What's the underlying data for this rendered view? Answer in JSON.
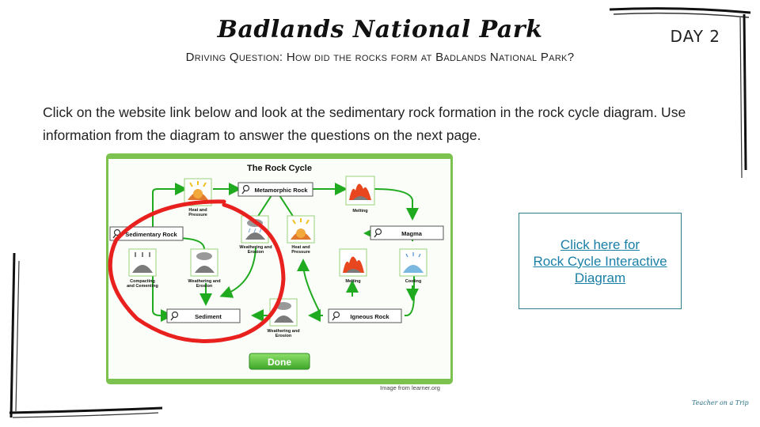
{
  "header": {
    "title": "Badlands National Park",
    "day": "DAY 2",
    "driving_question": "Driving Question: How did the rocks form at Badlands National Park?"
  },
  "instructions": "Click on the website link below and look at the sedimentary rock formation in the rock cycle diagram. Use information from the diagram to answer the questions on the next page.",
  "diagram": {
    "title": "The Rock Cycle",
    "nodes": {
      "metamorphic": "Metamorphic Rock",
      "sedimentary": "Sedimentary Rock",
      "magma": "Magma",
      "sediment": "Sediment",
      "igneous": "Igneous Rock"
    },
    "processes": {
      "heat_pressure_top_l1": "Heat and",
      "heat_pressure_top_l2": "Pressure",
      "melting_top": "Melting",
      "weathering_mid_l1": "Weathering and",
      "weathering_mid_l2": "Erosion",
      "heat_pressure_mid_l1": "Heat and",
      "heat_pressure_mid_l2": "Pressure",
      "compacting_l1": "Compacting",
      "compacting_l2": "and Cementing",
      "weathering_left_l1": "Weathering and",
      "weathering_left_l2": "Erosion",
      "melting_right": "Melting",
      "cooling": "Cooling",
      "weathering_bottom_l1": "Weathering and",
      "weathering_bottom_l2": "Erosion"
    },
    "done_button": "Done",
    "credit": "Image from learner.org"
  },
  "link": {
    "line1": "Click here for",
    "line2": "Rock Cycle Interactive",
    "line3": "Diagram"
  },
  "logo": "Teacher on a Trip",
  "colors": {
    "frame_green": "#6cc04a",
    "arrow_green": "#1faa1f",
    "annotation_red": "#e8201e",
    "link_blue": "#1a7fa6",
    "box_border": "#2f7f8c"
  }
}
